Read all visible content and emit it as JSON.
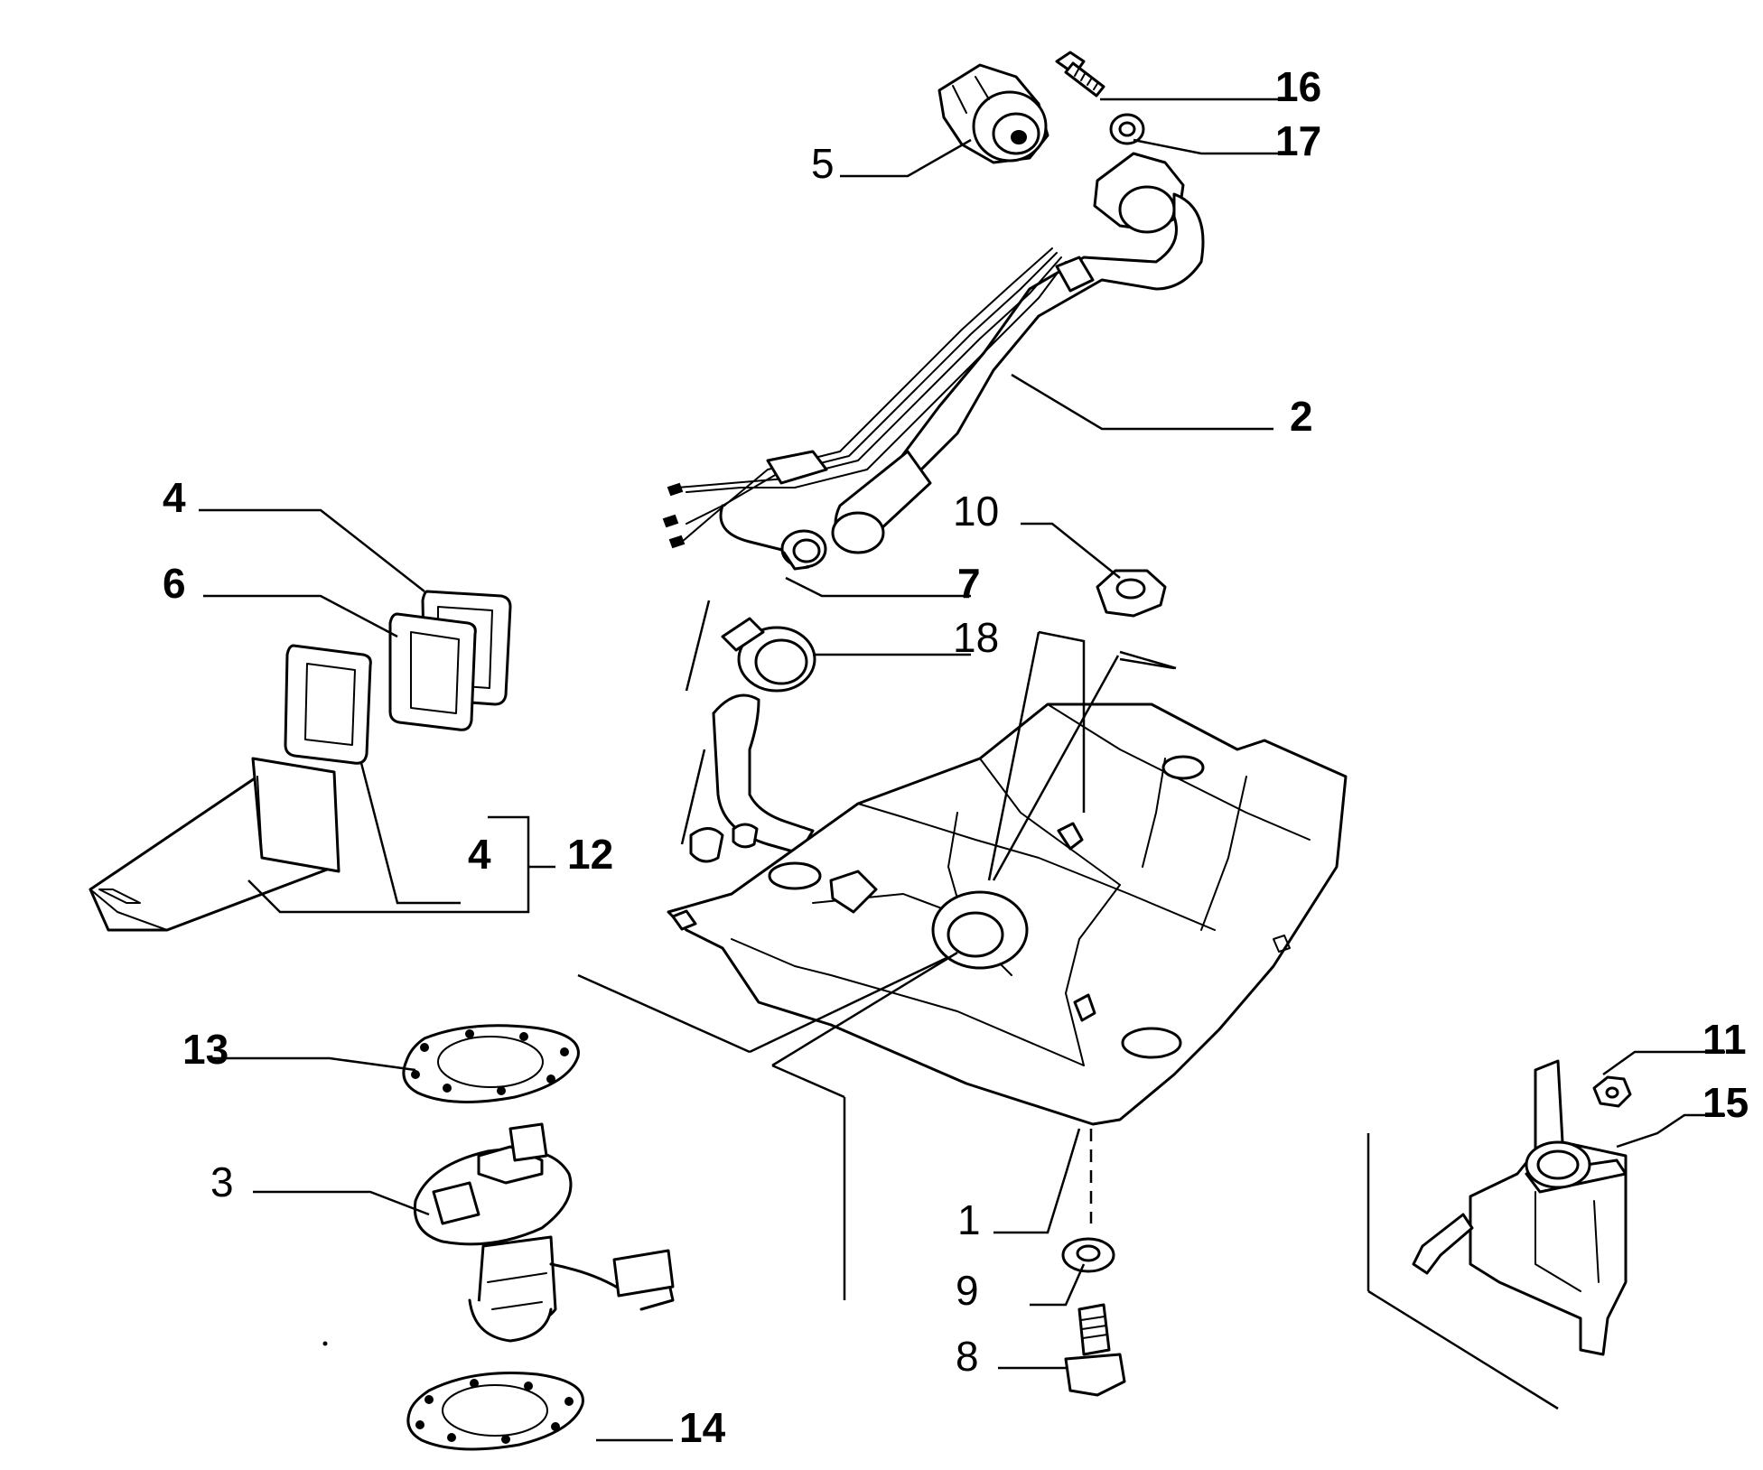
{
  "colors": {
    "ink": "#000000",
    "paper": "#ffffff"
  },
  "callouts": {
    "c1": "1",
    "c2": "2",
    "c3": "3",
    "c4a": "4",
    "c4b": "4",
    "c5": "5",
    "c6": "6",
    "c7": "7",
    "c8": "8",
    "c9": "9",
    "c10": "10",
    "c11": "11",
    "c12": "12",
    "c13": "13",
    "c14": "14",
    "c15": "15",
    "c16": "16",
    "c17": "17",
    "c18": "18"
  }
}
